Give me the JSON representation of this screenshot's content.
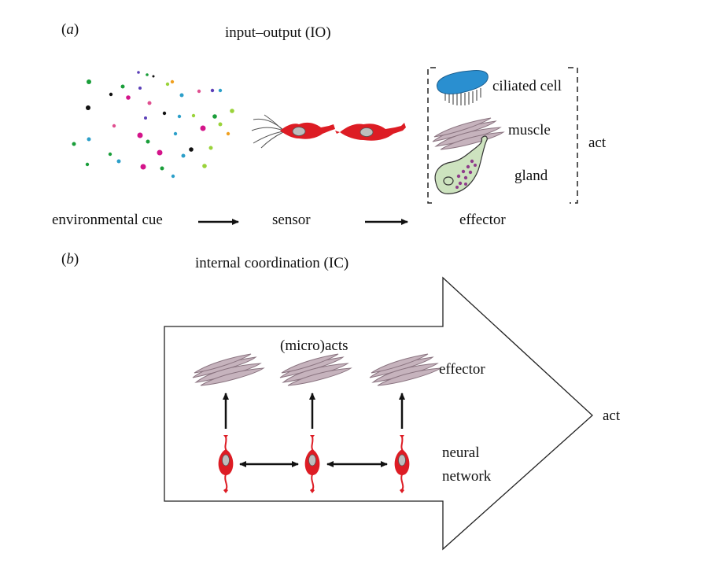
{
  "panel_a": {
    "label_prefix": "(",
    "label_letter": "a",
    "label_suffix": ")",
    "title": "input–output (IO)",
    "stages": {
      "cue": "environmental cue",
      "sensor": "sensor",
      "effector": "effector"
    },
    "effectors": {
      "ciliated": "ciliated cell",
      "muscle": "muscle",
      "gland": "gland"
    },
    "act": "act"
  },
  "panel_b": {
    "label_prefix": "(",
    "label_letter": "b",
    "label_suffix": ")",
    "title": "internal coordination (IC)",
    "microacts": "(micro)acts",
    "effector": "effector",
    "neural_line1": "neural",
    "neural_line2": "network",
    "act": "act"
  },
  "colors": {
    "neuron_red": "#dd1c24",
    "ciliated_blue": "#2a8fd0",
    "muscle_gray": "#c6b3bd",
    "gland_green": "#cde3bf",
    "dot_colors": [
      "#1a9e3a",
      "#d4148a",
      "#2c9fc9",
      "#111111",
      "#9ad33a",
      "#5b3fb8",
      "#f0a020",
      "#e05090"
    ]
  }
}
